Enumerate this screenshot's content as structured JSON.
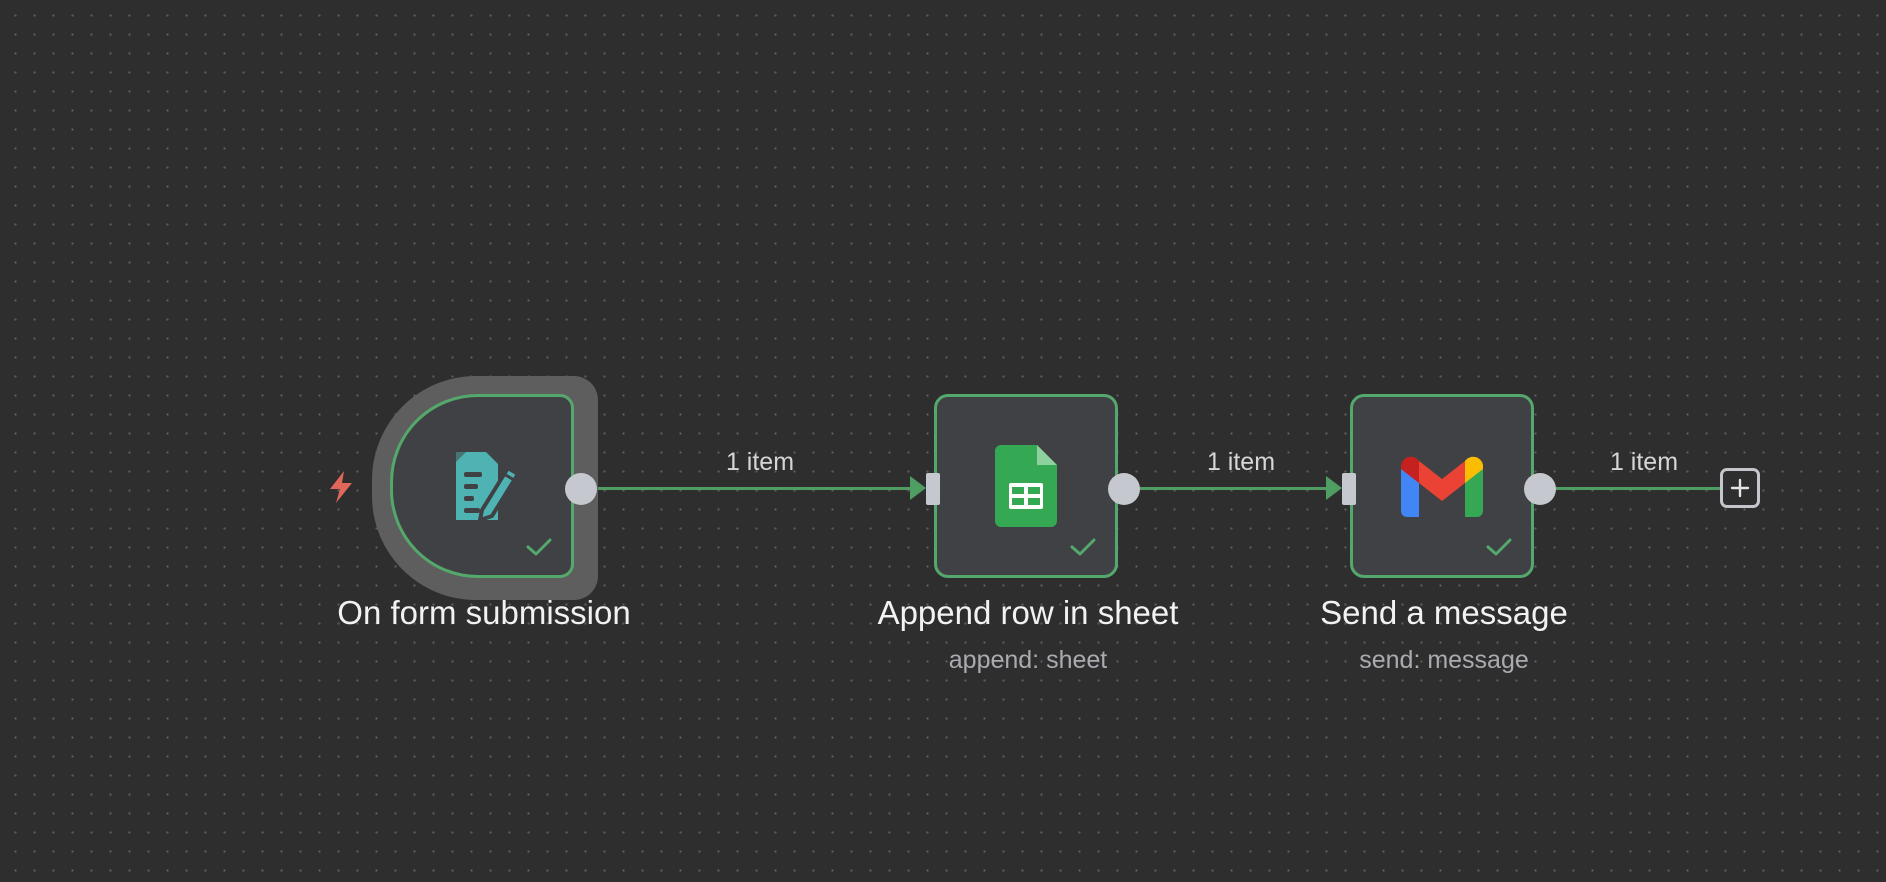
{
  "workflow": {
    "nodes": [
      {
        "id": "form",
        "title": "On form submission",
        "subtitle": "",
        "icon": "form-icon",
        "status": "success",
        "color": "#4fb3b3"
      },
      {
        "id": "sheets",
        "title": "Append row in sheet",
        "subtitle": "append: sheet",
        "icon": "google-sheets-icon",
        "status": "success",
        "color": "#34a853"
      },
      {
        "id": "gmail",
        "title": "Send a message",
        "subtitle": "send: message",
        "icon": "gmail-icon",
        "status": "success",
        "color": "#ea4335"
      }
    ],
    "connections": [
      {
        "from": "form",
        "to": "sheets",
        "label": "1 item"
      },
      {
        "from": "sheets",
        "to": "gmail",
        "label": "1 item"
      },
      {
        "from": "gmail",
        "to": "add",
        "label": "1 item"
      }
    ]
  },
  "colors": {
    "canvas": "#2e2e2e",
    "node_border_success": "#55a86c",
    "connection": "#4f9d63",
    "trigger_bolt": "#e0675a"
  }
}
